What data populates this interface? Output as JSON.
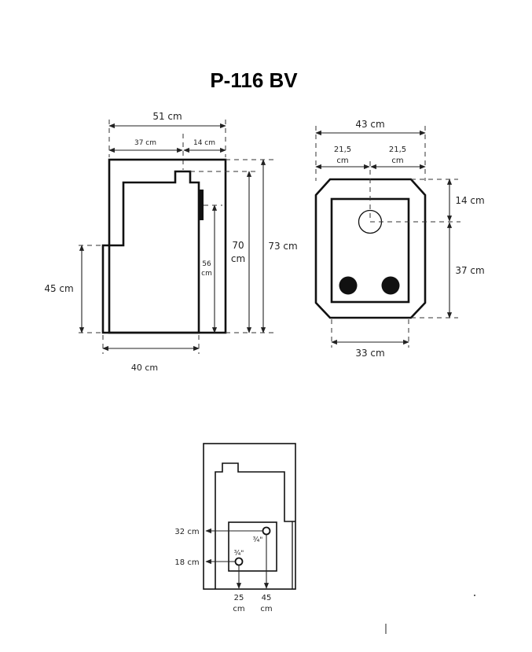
{
  "title": "P-116 BV",
  "side_view": {
    "width_total": "51 cm",
    "width_front": "37 cm",
    "width_back": "14 cm",
    "height_total": "73 cm",
    "height_inner_a": "70",
    "height_inner_b": "cm",
    "height_outlet_a": "56",
    "height_outlet_b": "cm",
    "step_height": "45 cm",
    "base_depth": "40 cm"
  },
  "top_view": {
    "width_total": "43 cm",
    "half_left_a": "21,5",
    "half_left_b": "cm",
    "half_right_a": "21,5",
    "half_right_b": "cm",
    "flue_offset": "14 cm",
    "rear_depth": "37 cm",
    "inner_width": "33 cm"
  },
  "back_view": {
    "outlet_height_upper": "32 cm",
    "outlet_height_lower": "18 cm",
    "pipe_size_upper": "¾\"",
    "pipe_size_lower": "¾\"",
    "offset_lower_a": "25",
    "offset_lower_b": "cm",
    "offset_upper_a": "45",
    "offset_upper_b": "cm"
  }
}
